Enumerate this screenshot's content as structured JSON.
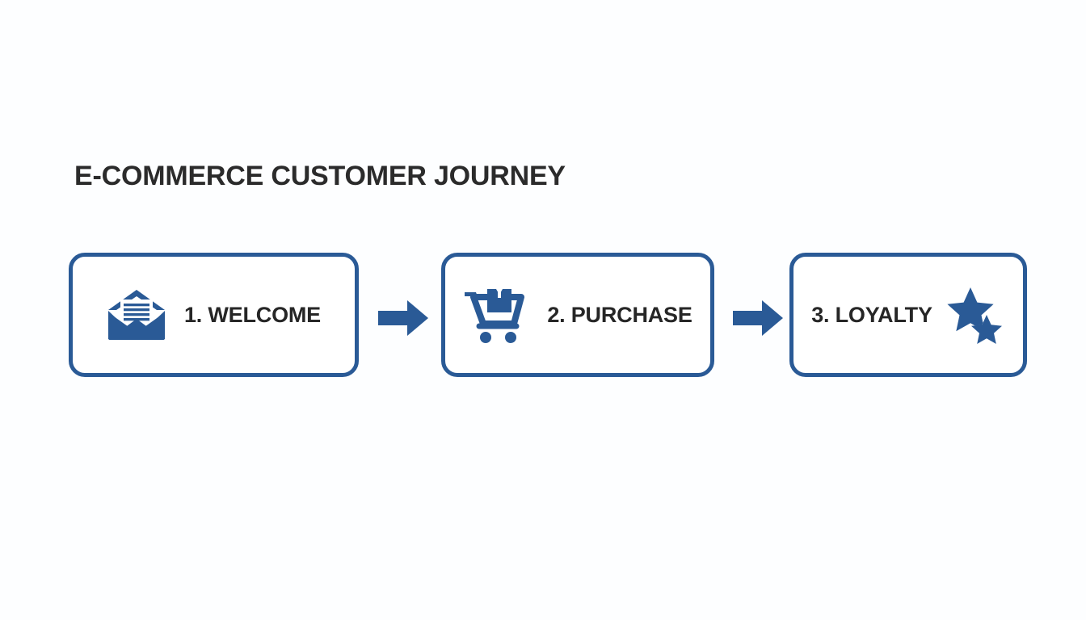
{
  "title": "E-COMMERCE CUSTOMER JOURNEY",
  "colors": {
    "brand_blue": "#2a5a96",
    "icon_blue": "#2a5a96",
    "text_dark": "#262626",
    "title_dark": "#2b2b2b",
    "card_background": "#ffffff",
    "page_background": "#fdfeff"
  },
  "flow": {
    "steps": [
      {
        "number": "1.",
        "label": "1. WELCOME",
        "icon": "open-envelope-icon",
        "icon_position": "left"
      },
      {
        "number": "2.",
        "label": "2. PURCHASE",
        "icon": "shopping-cart-with-box-icon",
        "icon_position": "left"
      },
      {
        "number": "3.",
        "label": "3. LOYALTY",
        "icon": "two-stars-icon",
        "icon_position": "right"
      }
    ],
    "connectors": [
      {
        "icon": "right-arrow-icon"
      },
      {
        "icon": "right-arrow-icon"
      }
    ]
  },
  "chart_data": {
    "type": "diagram",
    "diagram_type": "linear-process-flow",
    "title": "E-COMMERCE CUSTOMER JOURNEY",
    "nodes": [
      {
        "id": 1,
        "label": "1. WELCOME",
        "icon": "envelope"
      },
      {
        "id": 2,
        "label": "2. PURCHASE",
        "icon": "shopping-cart"
      },
      {
        "id": 3,
        "label": "3. LOYALTY",
        "icon": "stars"
      }
    ],
    "edges": [
      {
        "from": 1,
        "to": 2,
        "style": "block-arrow"
      },
      {
        "from": 2,
        "to": 3,
        "style": "block-arrow"
      }
    ],
    "orientation": "horizontal"
  }
}
